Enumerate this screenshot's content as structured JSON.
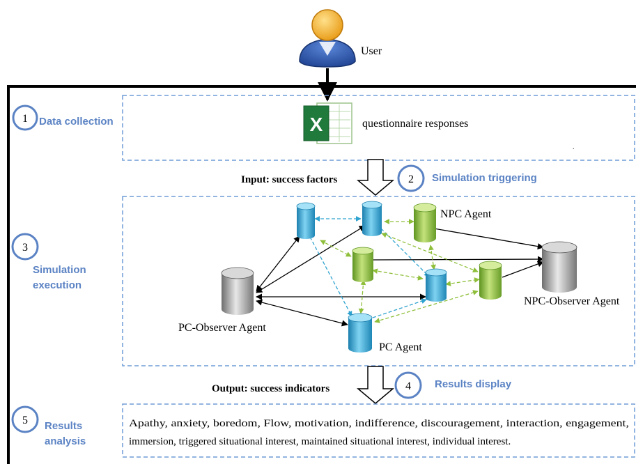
{
  "user": {
    "label": "User"
  },
  "data_collection": {
    "number": "1",
    "label": "Data collection",
    "file_label": "questionnaire responses"
  },
  "input": {
    "label": "Input: success factors"
  },
  "simulation_triggering": {
    "number": "2",
    "label": "Simulation triggering"
  },
  "simulation_execution": {
    "number": "3",
    "label_line1": "Simulation",
    "label_line2": "execution"
  },
  "agents": {
    "npc_agent": "NPC Agent",
    "npc_observer": "NPC-Observer Agent",
    "pc_observer": "PC-Observer Agent",
    "pc_agent": "PC Agent"
  },
  "output": {
    "label": "Output: success indicators"
  },
  "results_display": {
    "number": "4",
    "label": "Results display"
  },
  "results_analysis": {
    "number": "5",
    "label_line1": "Results",
    "label_line2": "analysis",
    "text_line1": "Apathy, anxiety, boredom, Flow, motivation, indifference, discouragement, interaction, engagement,",
    "text_line2": "immersion, triggered situational interest, maintained situational interest, individual interest."
  },
  "colors": {
    "accent_blue": "#5b83c4",
    "dashed_border": "#6f9bd6",
    "pc_agent": "#2fa3cf",
    "npc_agent": "#8fbf3a",
    "observer": "#8c8c8c"
  }
}
